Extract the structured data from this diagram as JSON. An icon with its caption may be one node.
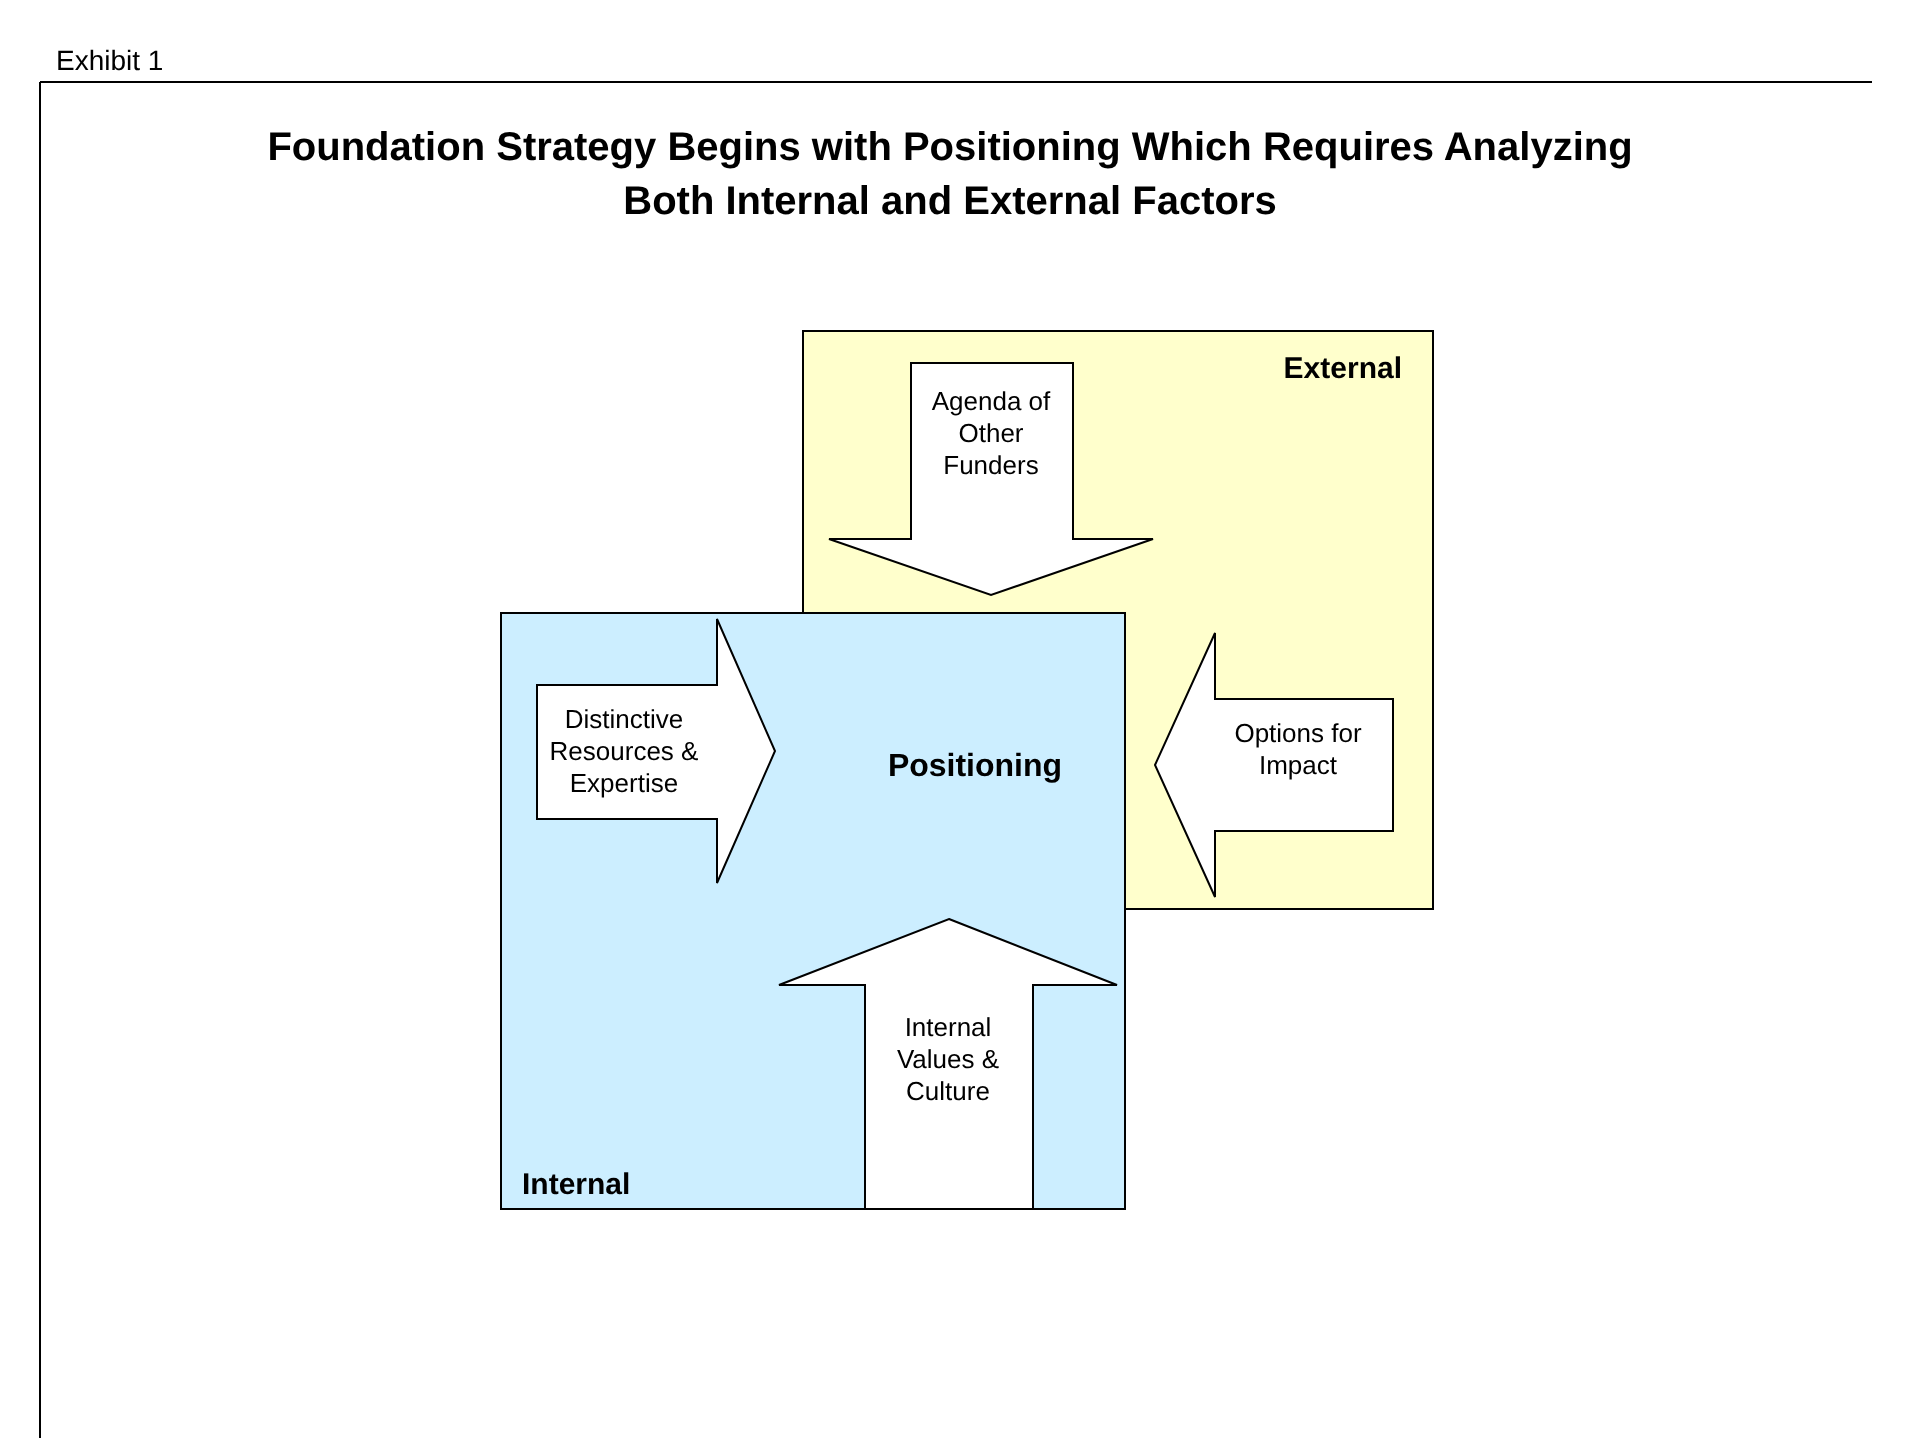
{
  "diagram": {
    "title": "Foundation Strategy Begins with Positioning Which Requires Analyzing Both Internal and External Factors",
    "nodes": [
      {
        "text": [
          "External"
        ]
      },
      {
        "text": [
          "Internal"
        ]
      },
      {
        "text": [
          "Agenda of Other Funders"
        ],
        "in": 0
      },
      {
        "text": [
          "Distinctive Resources & Expertise"
        ],
        "in": 1
      },
      {
        "text": [
          "Positioning"
        ]
      },
      {
        "text": [
          "Options for Impact"
        ],
        "in": 0
      },
      {
        "text": [
          "Internal Values & Culture"
        ],
        "in": 1
      }
    ],
    "labels": [
      "Exhibit 1"
    ]
  }
}
